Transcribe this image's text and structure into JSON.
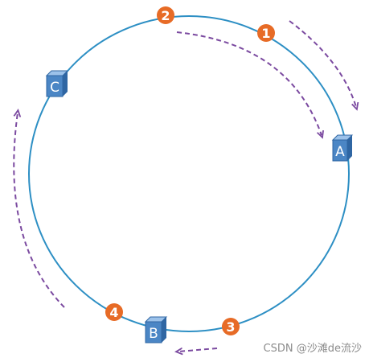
{
  "colors": {
    "ring": "#2d8fc4",
    "arrow": "#7b4aa0",
    "key_fill": "#e76b26",
    "key_text": "#ffffff",
    "server_front": "#4b86c5",
    "server_top": "#9cc2ea",
    "server_side": "#2f66a3",
    "server_text": "#ffffff",
    "watermark": "#8c8c8c"
  },
  "servers": [
    {
      "id": "A",
      "label": "A",
      "icon": "server-box-icon"
    },
    {
      "id": "B",
      "label": "B",
      "icon": "server-box-icon"
    },
    {
      "id": "C",
      "label": "C",
      "icon": "server-box-icon"
    }
  ],
  "keys": [
    {
      "id": "k1",
      "label": "1"
    },
    {
      "id": "k2",
      "label": "2"
    },
    {
      "id": "k3",
      "label": "3"
    },
    {
      "id": "k4",
      "label": "4"
    }
  ],
  "watermark": "CSDN @沙滩de流沙"
}
